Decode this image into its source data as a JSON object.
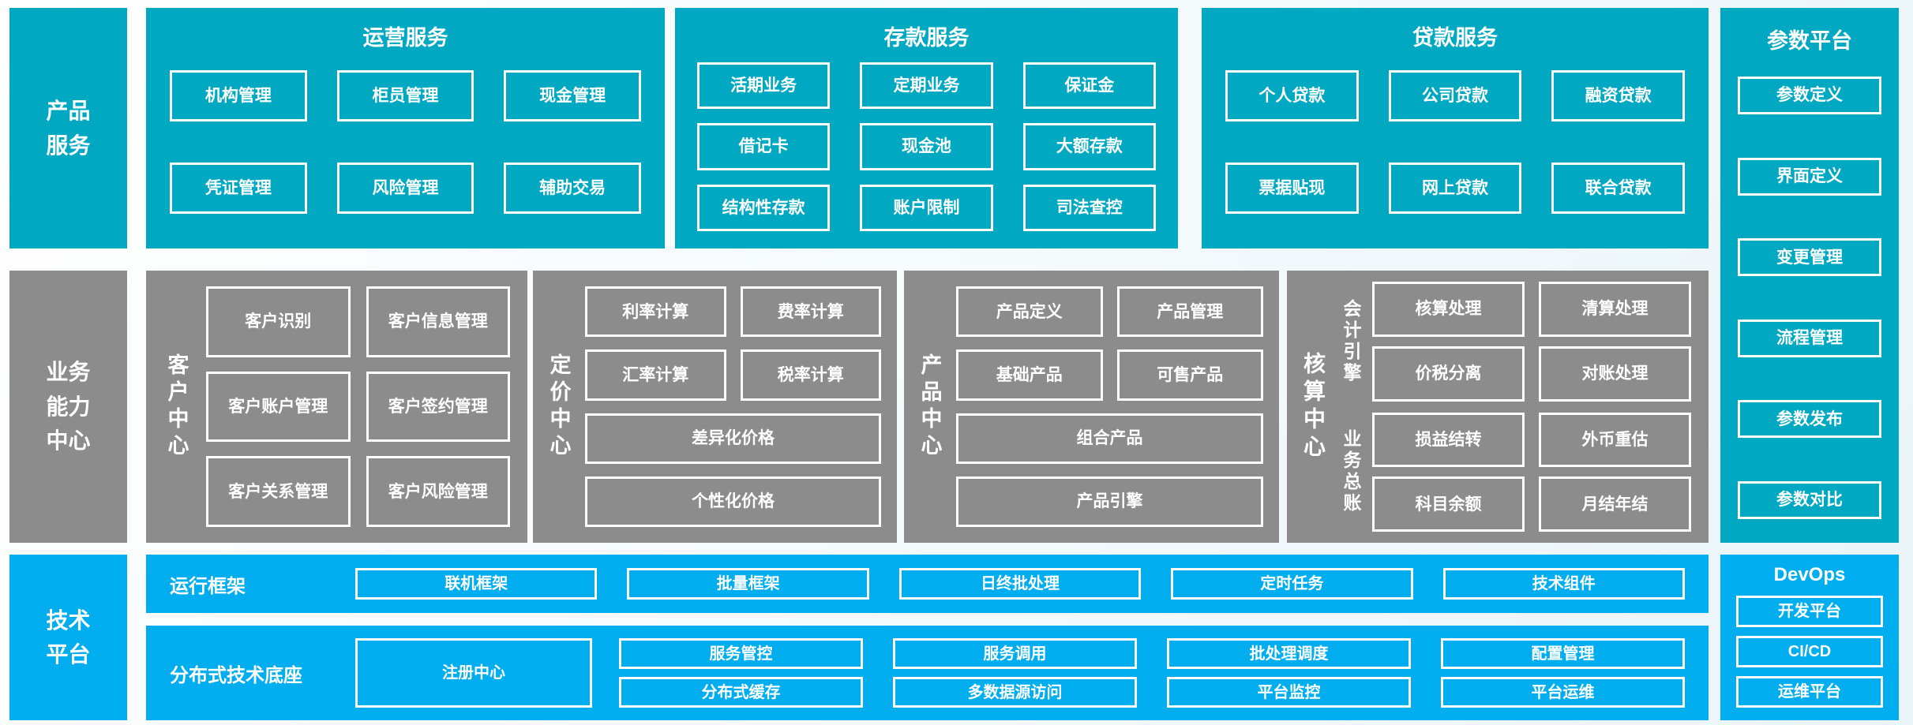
{
  "palette": {
    "teal": "#00a9c1",
    "blue": "#00aeef",
    "gray": "#8c8c8c"
  },
  "row_labels": {
    "product": "产品\n服务",
    "capability": "业务\n能力\n中心",
    "tech": "技术\n平台"
  },
  "operations": {
    "title": "运营服务",
    "items": [
      "机构管理",
      "柜员管理",
      "现金管理",
      "凭证管理",
      "风险管理",
      "辅助交易"
    ]
  },
  "deposit": {
    "title": "存款服务",
    "items": [
      "活期业务",
      "定期业务",
      "保证金",
      "借记卡",
      "现金池",
      "大额存款",
      "结构性存款",
      "账户限制",
      "司法查控"
    ]
  },
  "loan": {
    "title": "贷款服务",
    "items": [
      "个人贷款",
      "公司贷款",
      "融资贷款",
      "票据贴现",
      "网上贷款",
      "联合贷款"
    ]
  },
  "params": {
    "title": "参数平台",
    "items": [
      "参数定义",
      "界面定义",
      "变更管理",
      "流程管理",
      "参数发布",
      "参数对比"
    ]
  },
  "customer": {
    "label": "客户中心",
    "items": [
      "客户识别",
      "客户信息管理",
      "客户账户管理",
      "客户签约管理",
      "客户关系管理",
      "客户风险管理"
    ]
  },
  "pricing": {
    "label": "定价中心",
    "items": [
      "利率计算",
      "费率计算",
      "汇率计算",
      "税率计算"
    ],
    "wide_items": [
      "差异化价格",
      "个性化价格"
    ]
  },
  "product_center": {
    "label": "产品中心",
    "items": [
      "产品定义",
      "产品管理",
      "基础产品",
      "可售产品"
    ],
    "wide_items": [
      "组合产品",
      "产品引擎"
    ]
  },
  "accounting": {
    "label": "核算中心",
    "groups": [
      {
        "label": "会计引擎",
        "items": [
          "核算处理",
          "清算处理",
          "价税分离",
          "对账处理"
        ]
      },
      {
        "label": "业务总账",
        "items": [
          "损益结转",
          "外币重估",
          "科目余额",
          "月结年结"
        ]
      }
    ]
  },
  "runtime": {
    "label": "运行框架",
    "items": [
      "联机框架",
      "批量框架",
      "日终批处理",
      "定时任务",
      "技术组件"
    ]
  },
  "distributed": {
    "label": "分布式技术底座",
    "registry": "注册中心",
    "items": [
      "服务管控",
      "服务调用",
      "批处理调度",
      "配置管理",
      "分布式缓存",
      "多数据源访问",
      "平台监控",
      "平台运维"
    ]
  },
  "devops": {
    "title": "DevOps",
    "items": [
      "开发平台",
      "CI/CD",
      "运维平台"
    ]
  }
}
